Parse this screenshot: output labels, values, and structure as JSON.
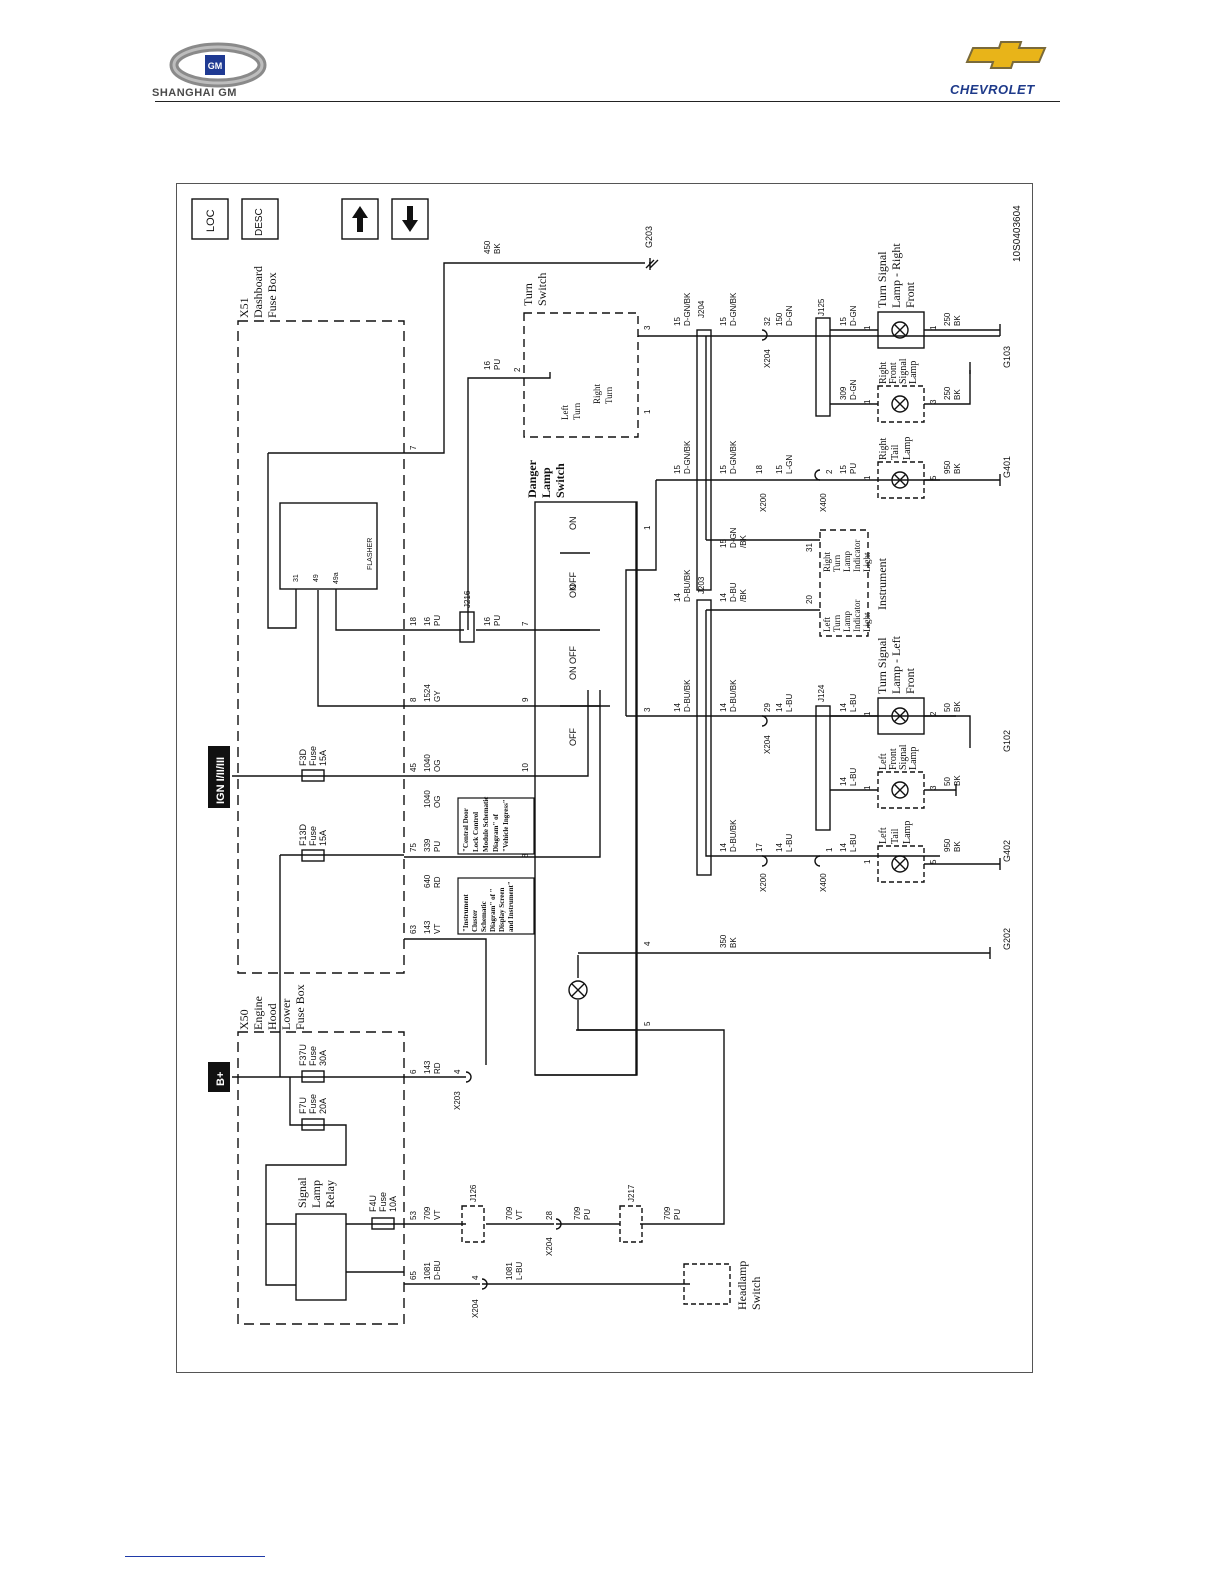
{
  "header": {
    "left_brand": "SHANGHAI GM",
    "left_emblem": "GM",
    "right_brand": "CHEVROLET"
  },
  "diagram": {
    "nav": {
      "loc_button": "LOC",
      "desc_button": "DESC",
      "up_icon": "arrow-up-icon",
      "down_icon": "arrow-down-icon"
    },
    "doc_id": "10S0403604",
    "power": {
      "battery": "B+",
      "ignition": "IGN I/II/III"
    },
    "fuse_boxes": {
      "x51": [
        "X51",
        "Dashboard",
        "Fuse Box"
      ],
      "x50": [
        "X50",
        "Engine",
        "Hood",
        "Lower",
        "Fuse Box"
      ]
    },
    "fuses": {
      "f3d": [
        "F3D",
        "Fuse",
        "15A"
      ],
      "f13d": [
        "F13D",
        "Fuse",
        "15A"
      ],
      "f37u": [
        "F37U",
        "Fuse",
        "30A"
      ],
      "f7u": [
        "F7U",
        "Fuse",
        "20A"
      ],
      "f4u": [
        "F4U",
        "Fuse",
        "10A"
      ]
    },
    "components": {
      "flasher": "FLASHER",
      "flasher_pins": [
        "31",
        "49",
        "49a"
      ],
      "signal_relay": [
        "Signal",
        "Lamp",
        "Relay"
      ],
      "turn_switch": [
        "Turn",
        "Switch"
      ],
      "turn_switch_left": [
        "Left",
        "Turn"
      ],
      "turn_switch_right": [
        "Right",
        "Turn"
      ],
      "danger_switch": [
        "Danger",
        "Lamp",
        "Switch"
      ],
      "headlamp_switch": [
        "Headlamp",
        "Switch"
      ],
      "instrument": "Instrument",
      "instrument_left": [
        "Left",
        "Turn",
        "Lamp",
        "Indicator",
        "Light"
      ],
      "instrument_right": [
        "Right",
        "Turn",
        "Lamp",
        "Indicator",
        "Light"
      ],
      "rf_signal": [
        "Turn Signal",
        "Lamp - Right",
        "Front"
      ],
      "lf_signal": [
        "Turn Signal",
        "Lamp - Left",
        "Front"
      ],
      "right_front_signal": [
        "Right",
        "Front",
        "Signal",
        "Lamp"
      ],
      "left_front_signal": [
        "Left",
        "Front",
        "Signal",
        "Lamp"
      ],
      "right_tail": [
        "Right",
        "Tail",
        "Lamp"
      ],
      "left_tail": [
        "Left",
        "Tail",
        "Lamp"
      ],
      "note_cdl": [
        "\"Central Door",
        "Lock Control",
        "Module Schematic",
        "Diagram\" of",
        "\"Vehicle Ingress\""
      ],
      "note_ic": [
        "\"Instrument",
        "Cluster",
        "Schematic",
        "Diagram\" of \"",
        "Display Screen",
        "and Instrument\""
      ]
    },
    "switch_states": {
      "on": "ON",
      "off": "OFF"
    },
    "grounds": [
      "G203",
      "G103",
      "G401",
      "G102",
      "G402",
      "G202"
    ],
    "connectors": [
      "X204",
      "X200",
      "X400",
      "X203",
      "J204",
      "J203",
      "J125",
      "J124",
      "J216",
      "J126",
      "J217"
    ],
    "wires": {
      "w450": [
        "450",
        "BK"
      ],
      "w16": [
        "16",
        "PU"
      ],
      "w1524": [
        "1524",
        "GY"
      ],
      "w1040": [
        "1040",
        "OG"
      ],
      "w339": [
        "339",
        "PU"
      ],
      "w640": [
        "640",
        "RD"
      ],
      "w143vt": [
        "143",
        "VT"
      ],
      "w143rd": [
        "143",
        "RD"
      ],
      "w709vt": [
        "709",
        "VT"
      ],
      "w709pu": [
        "709",
        "PU"
      ],
      "w1081dbu": [
        "1081",
        "D-BU"
      ],
      "w1081lbu": [
        "1081",
        "L-BU"
      ],
      "w350": [
        "350",
        "BK"
      ],
      "w15dgnbk": [
        "15",
        "D-GN/BK"
      ],
      "w15dgn": [
        "15",
        "D-GN"
      ],
      "w150dgn": [
        "150",
        "D-GN"
      ],
      "w309dgn": [
        "309",
        "D-GN"
      ],
      "w15lgn": [
        "15",
        "L-GN"
      ],
      "w15pu": [
        "15",
        "PU"
      ],
      "w14dbubk": [
        "14",
        "D-BU/BK"
      ],
      "w14lbu": [
        "14",
        "L-BU"
      ],
      "w250bk": [
        "250",
        "BK"
      ],
      "w950bk": [
        "950",
        "BK"
      ],
      "w50bk": [
        "50",
        "BK"
      ],
      "w15dgnbk2": [
        "15",
        "D-GN",
        "/BK"
      ],
      "w14dbubk2": [
        "14",
        "D-BU",
        "/BK"
      ]
    },
    "pins": {
      "x51": [
        "7",
        "18",
        "8",
        "45",
        "75",
        "63"
      ],
      "x50": [
        "6",
        "53",
        "65"
      ],
      "turn_switch": [
        "2",
        "3",
        "1"
      ],
      "danger": [
        "1",
        "7",
        "9",
        "10",
        "3",
        "8",
        "4",
        "5"
      ],
      "x204_a": "32",
      "x204_b": "29",
      "x204_c": "28",
      "x204_d": "4",
      "x200_a": "18",
      "x200_b": "17",
      "x400_a": "2",
      "x400_b": "1",
      "x203": "4",
      "instrument": [
        "31",
        "20"
      ],
      "lamp_pins": [
        "1",
        "2",
        "3",
        "5"
      ]
    }
  }
}
